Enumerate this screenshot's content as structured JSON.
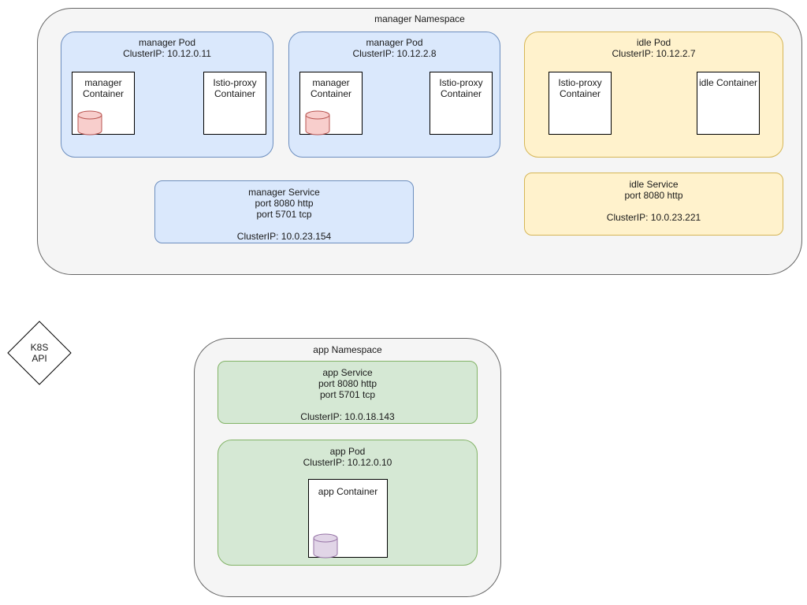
{
  "manager_namespace": {
    "label": "manager Namespace",
    "pods": [
      {
        "title": "manager Pod\nClusterIP: 10.12.0.11",
        "containers": [
          "manager\nContainer",
          "Istio-proxy\nContainer"
        ]
      },
      {
        "title": "manager Pod\nClusterIP: 10.12.2.8",
        "containers": [
          "manager\nContainer",
          "Istio-proxy\nContainer"
        ]
      }
    ],
    "idle_pod": {
      "title": "idle Pod\nClusterIP: 10.12.2.7",
      "containers": [
        "Istio-proxy\nContainer",
        "idle Container"
      ]
    },
    "manager_service": {
      "text": "manager Service\nport 8080 http\nport 5701 tcp\n\nClusterIP: 10.0.23.154"
    },
    "idle_service": {
      "text": "idle Service\nport 8080 http\n\nClusterIP: 10.0.23.221"
    }
  },
  "k8s_api": {
    "label": "K8S\nAPI"
  },
  "app_namespace": {
    "label": "app Namespace",
    "app_service": {
      "text": "app Service\nport 8080 http\nport 5701 tcp\n\nClusterIP: 10.0.18.143"
    },
    "app_pod": {
      "title": "app Pod\nClusterIP: 10.12.0.10",
      "container": "app Container"
    }
  },
  "colors": {
    "blue_fill": "#dae8fc",
    "blue_stroke": "#6c8ebf",
    "yellow_fill": "#fff2cc",
    "yellow_stroke": "#d6b656",
    "green_fill": "#d5e8d4",
    "green_stroke": "#82b366",
    "db_red_fill": "#f8cecc",
    "db_red_stroke": "#b85450",
    "db_purple_fill": "#e1d5e7",
    "db_purple_stroke": "#9673a6"
  }
}
